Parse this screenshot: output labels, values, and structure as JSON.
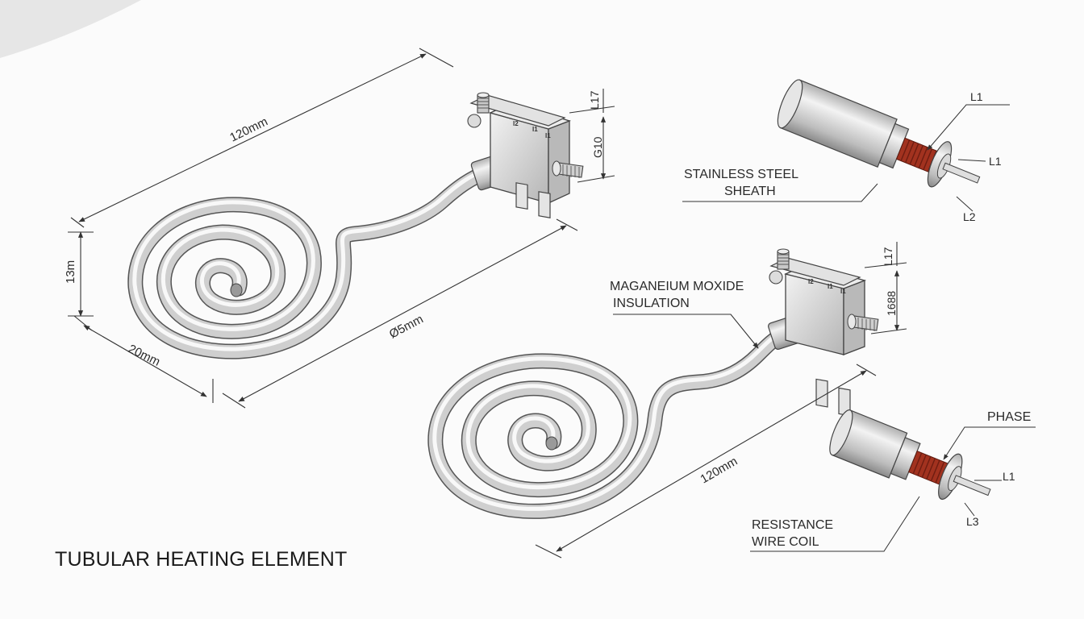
{
  "title": "TUBULAR HEATING ELEMENT",
  "colors": {
    "background": "#fbfbfb",
    "metal_light": "#f4f4f4",
    "metal_dark": "#8e8e8e",
    "outline": "#333333",
    "wire_coil": "#a2321f"
  },
  "left_element": {
    "dim_top_length": "120mm",
    "dim_height": "13m",
    "dim_width": "20mm",
    "dim_diameter": "Ø5mm",
    "dim_terminal_top": "L17",
    "dim_terminal_side": "G10",
    "terminal_marks": [
      "I2",
      "I1",
      "I1"
    ]
  },
  "right_element": {
    "dim_length": "120mm",
    "dim_terminal_top": "L17",
    "dim_terminal_side": "1688",
    "callout_insulation_1": "MAGANEIUM MOXIDE",
    "callout_insulation_2": "INSULATION",
    "terminal_marks": [
      "I2",
      "I1",
      "I1"
    ]
  },
  "detail_top": {
    "callout_sheath_1": "STAINLESS STEEL",
    "callout_sheath_2": "SHEATH",
    "label_l1_top": "L1",
    "label_l1_right": "L1",
    "label_l2": "L2"
  },
  "detail_bottom": {
    "callout_phase": "PHASE",
    "label_l1": "L1",
    "label_l3": "L3",
    "callout_coil_1": "RESISTANCE",
    "callout_coil_2": "WIRE COIL"
  }
}
